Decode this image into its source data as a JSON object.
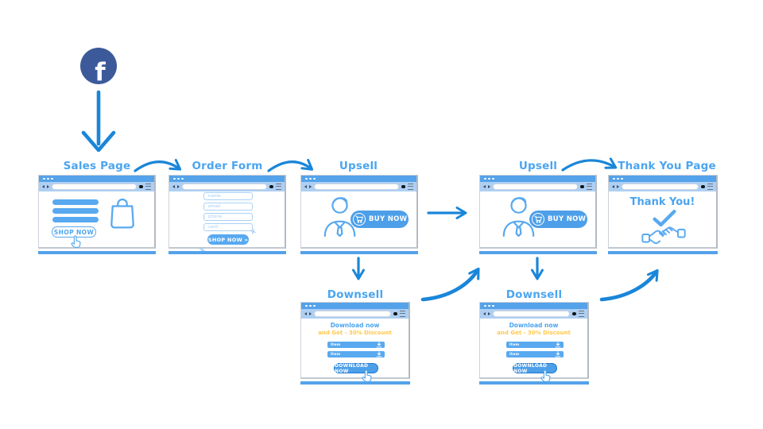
{
  "colors": {
    "arrow_blue": "#1a86d9",
    "title_blue": "#4ba5f0",
    "content_blue": "#58a9f0",
    "chrome_top_blue": "#54a2ea",
    "chrome_row_blue": "#aecff4",
    "button_blue": "#4d9fe9",
    "facebook_blue": "#3c5a99",
    "accent_yellow": "#ffc94f"
  },
  "facebook": {
    "label": "f"
  },
  "windows": {
    "sales_page": {
      "title": "Sales Page",
      "shop_button": "SHOP NOW"
    },
    "order_form": {
      "title": "Order Form",
      "fields": [
        "name",
        "email",
        "phone",
        "card"
      ],
      "shop_button": "SHOP NOW »"
    },
    "upsell_1": {
      "title": "Upsell",
      "buy_button": "BUY NOW"
    },
    "upsell_2": {
      "title": "Upsell",
      "buy_button": "BUY NOW"
    },
    "downsell_1": {
      "title": "Downsell",
      "headline": "Download now",
      "subheadline": "and Get - 30% Discount",
      "items": [
        "Item",
        "Item"
      ],
      "download_button": "DOWNLOAD NOW"
    },
    "downsell_2": {
      "title": "Downsell",
      "headline": "Download now",
      "subheadline": "and Get - 30% Discount",
      "items": [
        "Item",
        "Item"
      ],
      "download_button": "DOWNLOAD NOW"
    },
    "thank_you_page": {
      "title": "Thank You Page",
      "message": "Thank You!"
    }
  },
  "icons": {
    "facebook": "facebook-icon",
    "shopping_bag": "shopping-bag-icon",
    "cart": "cart-icon",
    "person": "person-icon",
    "checkmark": "checkmark-icon",
    "handshake": "handshake-icon",
    "cursor": "cursor-hand-icon",
    "download": "download-icon"
  }
}
